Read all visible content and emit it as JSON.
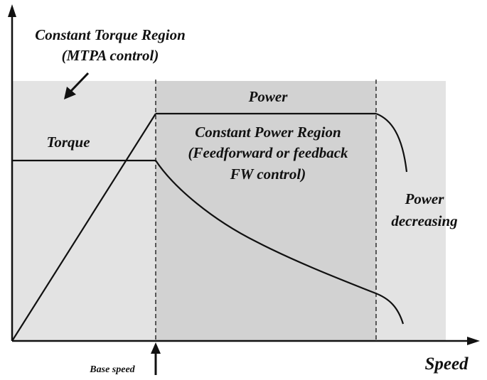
{
  "diagram": {
    "title_lines": [
      "Constant Torque Region",
      "(MTPA control)"
    ],
    "power_label": "Power",
    "torque_label": "Torque",
    "constant_power_lines": [
      "Constant Power Region",
      "(Feedforward or feedback",
      "FW control)"
    ],
    "power_decreasing_lines": [
      "Power",
      "decreasing"
    ],
    "x_axis_label": "Speed",
    "base_speed_label": "Base speed",
    "colors": {
      "region_light": "#e3e3e3",
      "region_dark": "#d2d2d2",
      "line": "#111111"
    }
  }
}
